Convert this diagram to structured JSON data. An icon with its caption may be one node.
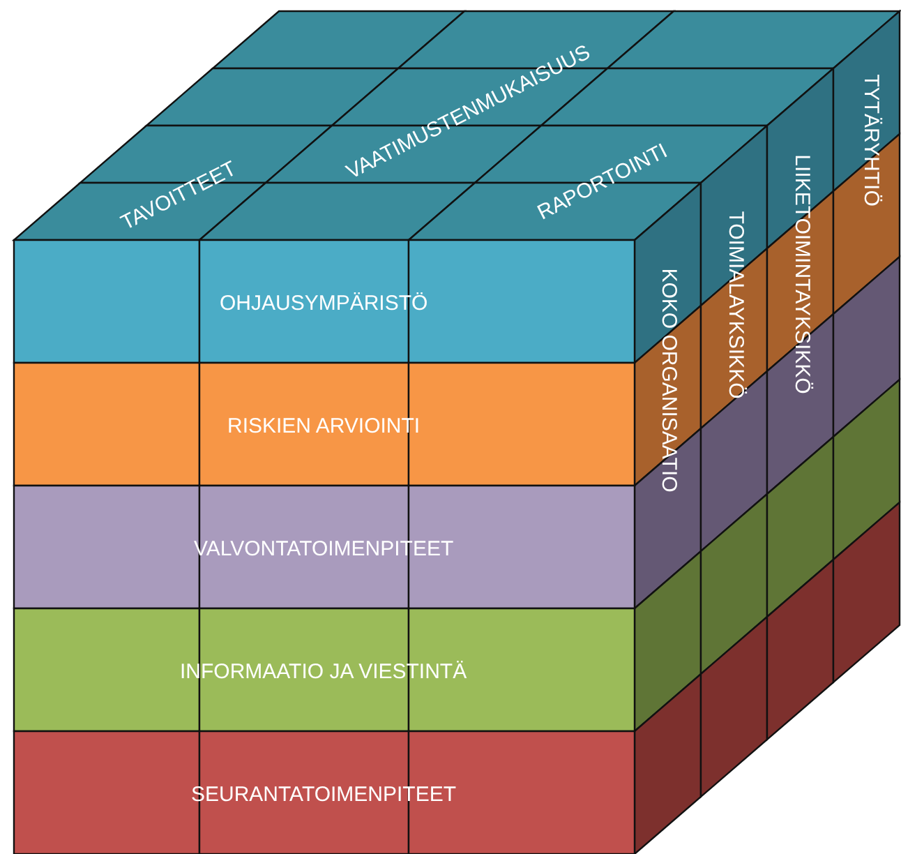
{
  "diagram": {
    "labels": [
      "TAVOITTEET",
      "VAATIMUSTENMUKAISUUS",
      "RAPORTOINTI",
      "OHJAUSYMPÄRISTÖ",
      "RISKIEN ARVIOINTI",
      "VALVONTATOIMENPITEET",
      "INFORMAATIO JA VIESTINTÄ",
      "SEURANTATOIMENPITEET",
      "KOKO ORGANISAATIO",
      "TOIMIALAYKSIKKÖ",
      "LIIKETOIMINTAYKSIKKÖ",
      "TYTÄRYHTIÖ"
    ]
  }
}
